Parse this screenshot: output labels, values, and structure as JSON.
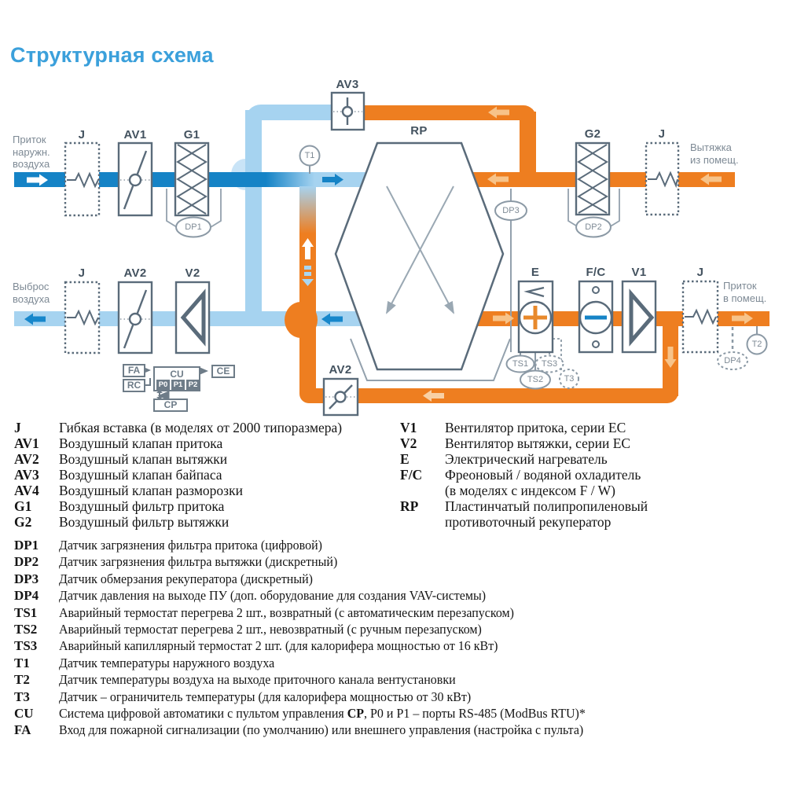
{
  "title": "Структурная схема",
  "colors": {
    "title_blue": "#3ba0db",
    "duct_dark_blue": "#1583c6",
    "duct_light_blue": "#a6d3f0",
    "duct_orange": "#ee7e20",
    "arrow_light_orange": "#f7c389",
    "outline_gray": "#5a6b7a",
    "label_gray": "#7e8a95"
  },
  "diagram": {
    "flow_labels": {
      "supply_in": "Приток\nнаружн.\nвоздуха",
      "exhaust_in": "Вытяжка\nиз помещ.",
      "exhaust_out": "Выброс\nвоздуха",
      "supply_out": "Приток\nв помещ."
    },
    "components": {
      "j1": "J",
      "av1": "AV1",
      "g1": "G1",
      "av3": "AV3",
      "rp": "RP",
      "g2": "G2",
      "j2": "J",
      "j3": "J",
      "av2": "AV2",
      "v2": "V2",
      "av4": "AV2",
      "e": "E",
      "fc": "F/C",
      "v1": "V1",
      "j4": "J"
    },
    "sensors": {
      "t1": "T1",
      "t2": "T2",
      "t3": "T3",
      "dp1": "DP1",
      "dp2": "DP2",
      "dp3": "DP3",
      "dp4": "DP4",
      "ts1": "TS1",
      "ts2": "TS2",
      "ts3": "TS3"
    },
    "cu": {
      "cu": "CU",
      "fa": "FA",
      "rc": "RC",
      "ce": "CE",
      "cp": "CP",
      "p0": "P0",
      "p1": "P1",
      "p2": "P2"
    }
  },
  "legend_top_left": [
    {
      "key": "J",
      "desc": "Гибкая вставка (в моделях от 2000 типоразмера)"
    },
    {
      "key": "AV1",
      "desc": "Воздушный клапан притока"
    },
    {
      "key": "AV2",
      "desc": "Воздушный клапан вытяжки"
    },
    {
      "key": "AV3",
      "desc": "Воздушный клапан байпаса"
    },
    {
      "key": "AV4",
      "desc": "Воздушный клапан разморозки"
    },
    {
      "key": "G1",
      "desc": "Воздушный фильтр притока"
    },
    {
      "key": "G2",
      "desc": "Воздушный фильтр вытяжки"
    }
  ],
  "legend_top_right": [
    {
      "key": "V1",
      "desc": "Вентилятор притока, серии EC"
    },
    {
      "key": "V2",
      "desc": "Вентилятор вытяжки, серии EC"
    },
    {
      "key": "E",
      "desc": "Электрический нагреватель"
    },
    {
      "key": "F/C",
      "desc": "Фреоновый / водяной охладитель\n(в моделях с индексом F / W)"
    },
    {
      "key": "RP",
      "desc": "Пластинчатый полипропиленовый\nпротивоточный рекуператор"
    }
  ],
  "legend_bottom": [
    {
      "key": "DP1",
      "desc": "Датчик загрязнения фильтра притока (цифровой)"
    },
    {
      "key": "DP2",
      "desc": "Датчик загрязнения фильтра вытяжки (дискретный)"
    },
    {
      "key": "DP3",
      "desc": "Датчик обмерзания рекуператора (дискретный)"
    },
    {
      "key": "DP4",
      "desc": "Датчик давления на выходе ПУ (доп. оборудование для создания VAV-системы)"
    },
    {
      "key": "TS1",
      "desc": "Аварийный термостат перегрева 2 шт., возвратный (с автоматическим перезапуском)"
    },
    {
      "key": "TS2",
      "desc": "Аварийный термостат перегрева 2 шт., невозвратный (с ручным перезапуском)"
    },
    {
      "key": "TS3",
      "desc": "Аварийный капиллярный термостат 2 шт. (для калорифера мощностью от 16 кВт)"
    },
    {
      "key": "T1",
      "desc": "Датчик температуры наружного воздуха"
    },
    {
      "key": "T2",
      "desc": "Датчик температуры воздуха на выходе приточного канала вентустановки"
    },
    {
      "key": "T3",
      "desc": "Датчик – ограничитель температуры (для калорифера мощностью от 30 кВт)"
    },
    {
      "key": "CU",
      "desc_pre": "Система цифровой автоматики с пультом управления ",
      "desc_bold": "CP",
      "desc_post": ", P0 и P1 – порты RS-485 (ModBus RTU)*"
    },
    {
      "key": "FA",
      "desc": "Вход для пожарной сигнализации (по умолчанию) или внешнего управления (настройка с пульта)"
    }
  ]
}
